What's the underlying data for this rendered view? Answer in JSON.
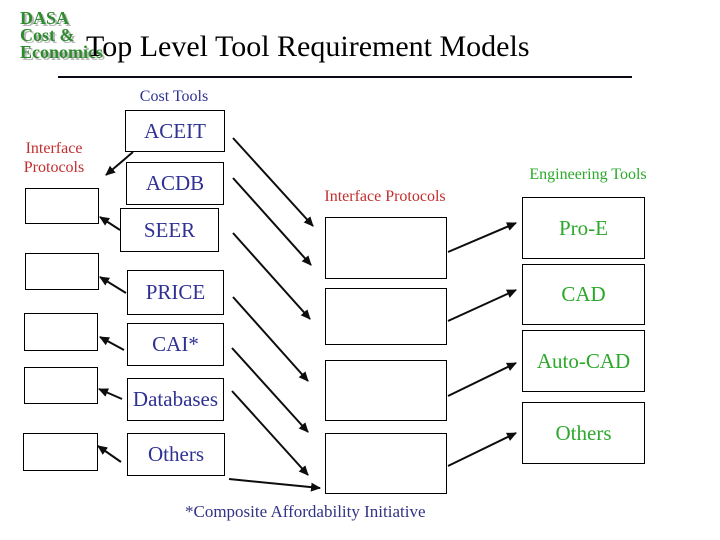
{
  "logo": {
    "lines": [
      "DASA",
      "Cost &",
      "Economics"
    ]
  },
  "title": "Top Level Tool Requirement Models",
  "cost_tools": {
    "label": "Cost Tools",
    "items": [
      "ACEIT",
      "ACDB",
      "SEER",
      "PRICE",
      "CAI*",
      "Databases",
      "Others"
    ]
  },
  "interface_protocols": {
    "left_label": [
      "Interface",
      "Protocols"
    ],
    "middle_label": "Interface Protocols"
  },
  "engineering_tools": {
    "label": "Engineering Tools",
    "items": [
      "Pro-E",
      "CAD",
      "Auto-CAD",
      "Others"
    ]
  },
  "footnote": "*Composite Affordability Initiative",
  "colors": {
    "cost_text": "#2F3193",
    "interface_text": "#C22E2E",
    "engineering_text": "#2CA82C",
    "logo_green": "#2E8B2E",
    "title_color": "#000000",
    "footnote_color": "#323286"
  }
}
